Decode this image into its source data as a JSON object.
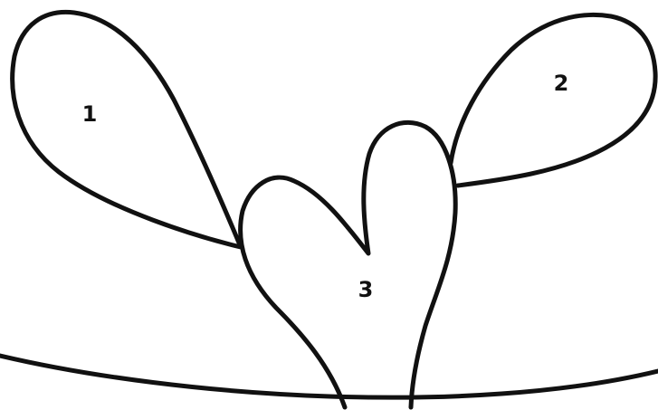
{
  "regions": [
    {
      "label": "1"
    },
    {
      "label": "2"
    },
    {
      "label": "3"
    }
  ],
  "colors": {
    "stroke": "#111111",
    "background": "#ffffff"
  }
}
